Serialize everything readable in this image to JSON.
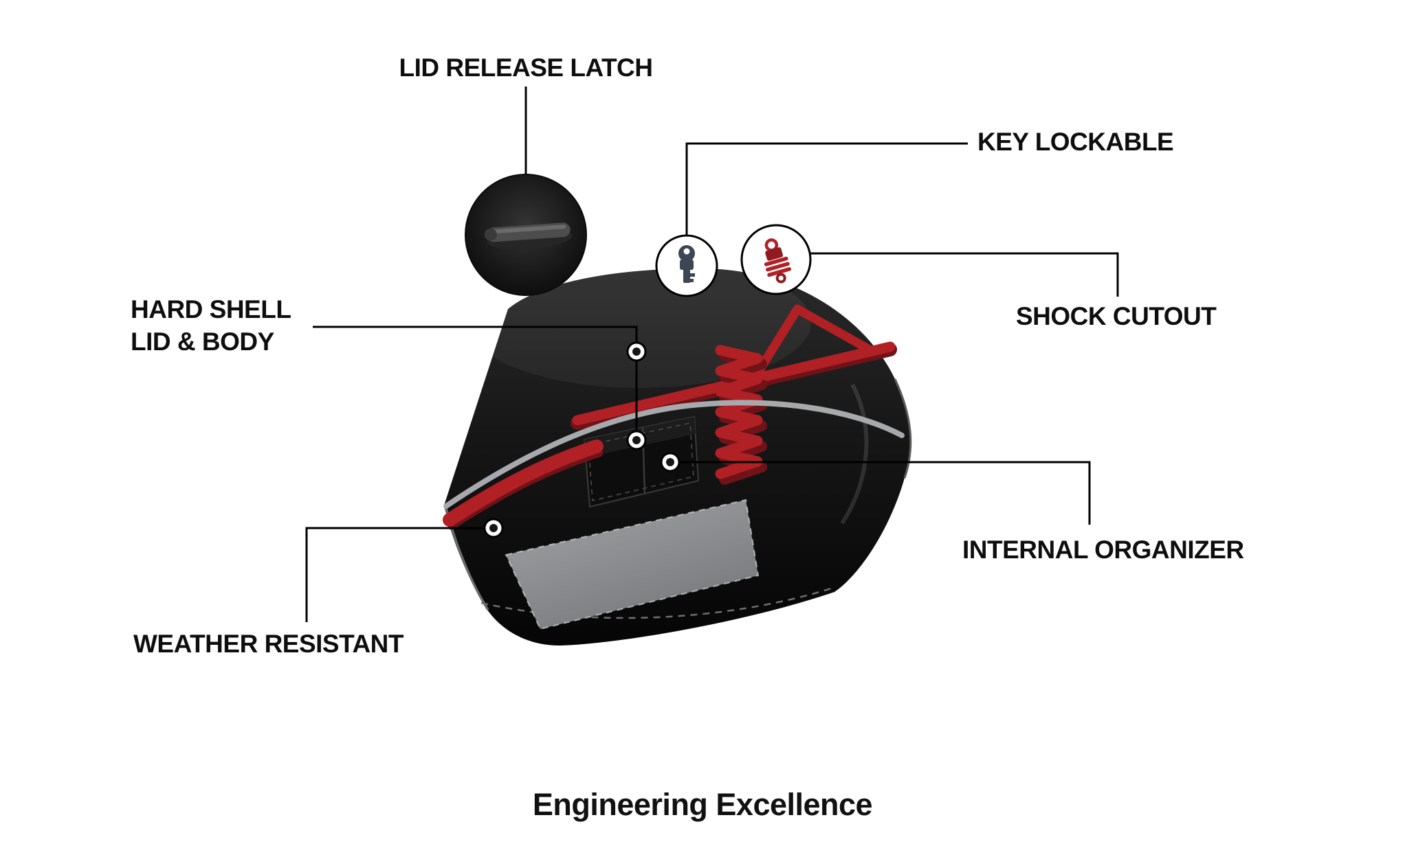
{
  "diagram": {
    "title": "Engineering Excellence",
    "labels": {
      "lid_release_latch": "LID RELEASE LATCH",
      "key_lockable": "KEY LOCKABLE",
      "shock_cutout": "SHOCK CUTOUT",
      "hard_shell_line1": "HARD SHELL",
      "hard_shell_line2": "LID & BODY",
      "internal_organizer": "INTERNAL ORGANIZER",
      "weather_resistant": "WEATHER RESISTANT"
    },
    "icons": {
      "lid_latch_inset": "lid-latch-inset-icon",
      "key": "key-icon",
      "shock_absorber": "shock-absorber-icon"
    },
    "colors": {
      "accent_red": "#B02025",
      "dark_red": "#701318",
      "body_black": "#141414",
      "stripe_gray": "#A7A9AC",
      "floor_gray": "#94969A",
      "line_black": "#000000"
    }
  }
}
